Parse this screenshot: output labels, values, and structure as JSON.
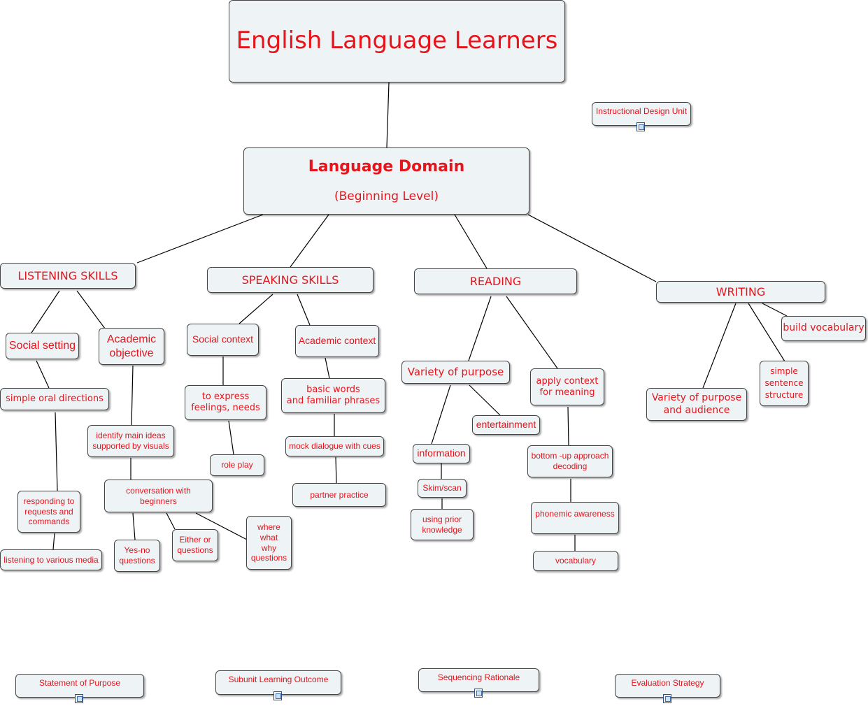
{
  "map": {
    "root": "English Language Learners",
    "domain_title": "Language Domain",
    "domain_subtitle": "(Beginning Level)",
    "listening": {
      "label": "LISTENING SKILLS",
      "social_setting": "Social setting",
      "academic_objective": "Academic\nobjective",
      "simple_oral": "simple oral directions",
      "identify_main": "identify main ideas\nsupported by visuals",
      "responding": "responding to\nrequests and\ncommands",
      "listening_media": "listening to various media",
      "conversation": "conversation with\nbeginners",
      "yes_no": "Yes-no\nquestions",
      "either_or": "Either or\nquestions",
      "wh": "where\nwhat\nwhy\nquestions"
    },
    "speaking": {
      "label": "SPEAKING SKILLS",
      "social_context": "Social context",
      "academic_context": "Academic context",
      "express": "to express\nfeelings, needs",
      "role_play": "role play",
      "basic_words": "basic words\nand familiar phrases",
      "mock_dialogue": "mock dialogue with cues",
      "partner": "partner practice"
    },
    "reading": {
      "label": "READING",
      "variety": "Variety of purpose",
      "apply_context": "apply context\nfor meaning",
      "entertainment": "entertainment",
      "information": "information",
      "skim": "Skim/scan",
      "prior": "using prior\nknowledge",
      "bottom_up": "bottom -up approach\ndecoding",
      "phonemic": "phonemic awareness",
      "vocabulary": "vocabulary"
    },
    "writing": {
      "label": "WRITING",
      "build_vocab": "build vocabulary",
      "simple_sentence": "simple\nsentence\nstructure",
      "variety_audience": "Variety of purpose\nand audience"
    },
    "resources": {
      "instructional": "Instructional Design Unit",
      "statement": "Statement of Purpose",
      "subunit": "Subunit Learning Outcome",
      "sequencing": "Sequencing Rationale",
      "evaluation": "Evaluation Strategy"
    }
  },
  "colors": {
    "text": "#e8141b",
    "node_fill": "#eef3f6",
    "node_border": "#444444",
    "line": "#000000",
    "icon": "#2a4f8a"
  },
  "icons": {
    "resource_attachment": "document-icon"
  }
}
